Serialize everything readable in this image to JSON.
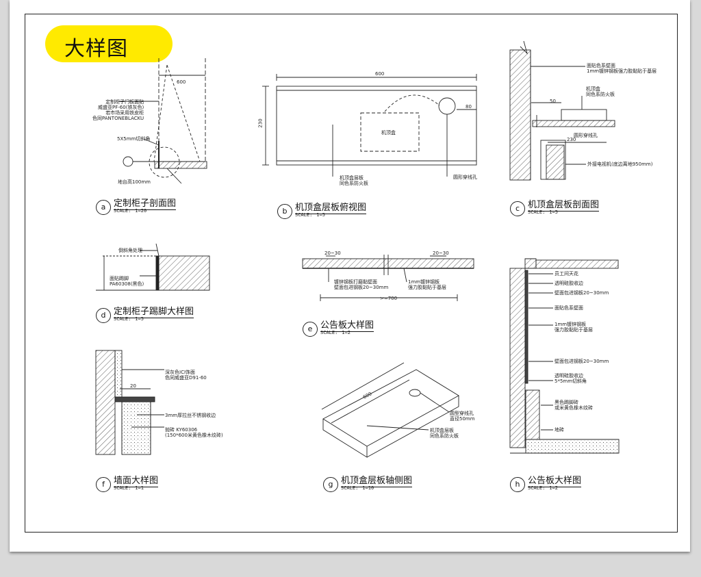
{
  "sheet_title": "大样图",
  "colors": {
    "badge": "#ffea00",
    "line": "#222222"
  },
  "views": [
    {
      "letter": "a",
      "title": "定制柜子剖面图",
      "scale_label": "SCALE:",
      "scale_value": "1=20"
    },
    {
      "letter": "b",
      "title": "机顶盒层板俯视图",
      "scale_label": "SCALE:",
      "scale_value": "1=5"
    },
    {
      "letter": "c",
      "title": "机顶盒层板剖面图",
      "scale_label": "SCALE:",
      "scale_value": "1=5"
    },
    {
      "letter": "d",
      "title": "定制柜子踢脚大样图",
      "scale_label": "SCALE:",
      "scale_value": "1=5"
    },
    {
      "letter": "e",
      "title": "公告板大样图",
      "scale_label": "SCALE:",
      "scale_value": "1=2"
    },
    {
      "letter": "f",
      "title": "墙面大样图",
      "scale_label": "SCALE:",
      "scale_value": "1=1"
    },
    {
      "letter": "g",
      "title": "机顶盒层板轴侧图",
      "scale_label": "SCALE:",
      "scale_value": "1=10"
    },
    {
      "letter": "h",
      "title": "公告板大样图",
      "scale_label": "SCALE:",
      "scale_value": "1=2"
    }
  ],
  "notes": {
    "a": [
      "定制柜子门板面贴\n威盛亚PF-60(铁灰色)\n若市场采用铁皮柜\n色同PANTONEBLACKU",
      "5X5mm切斜角",
      "地台高100mm",
      "600"
    ],
    "b": [
      "600",
      "230",
      "机顶盒",
      "80",
      "机顶盒层板\n同色系防火板",
      "圆形穿线孔"
    ],
    "c": [
      "面贴色系壁面\n1mm镀锌钢板强力胶黏贴于基层",
      "机顶盒\n同色系防火板",
      "圆形穿线孔",
      "外接电视机(底边离地950mm)",
      "50",
      "230"
    ],
    "d": [
      "倒斜角处理",
      "面贴踢脚\nPA60308(黑色)"
    ],
    "e": [
      "20~30",
      "20~30",
      "镀锌钢板打磨黏壁面\n壁面包进钢板20~30mm",
      "1mm镀锌钢板\n强力胶黏贴于基层",
      ">=700"
    ],
    "f": [
      "深灰色ICI饰面\n色同威盛亚D91-60",
      "20",
      "3mm厚拉丝不锈钢收边",
      "抛砖 KY60306\n(150*600米黄色橡木纹砖)"
    ],
    "g": [
      "圆型穿线孔\n直径50mm",
      "机顶盒层板\n同色系防火板",
      "600"
    ],
    "h": [
      "员工间天花",
      "透明硅胶收边",
      "壁面包进钢板20~30mm",
      "面贴色系壁面",
      "1mm镀锌钢板\n强力胶黏贴于基层",
      "壁面包进钢板20~30mm",
      "透明硅胶收边\n5*5mm切斜角",
      "黑色踢脚砖\n或米黄色橡木纹砖",
      "地砖"
    ]
  }
}
